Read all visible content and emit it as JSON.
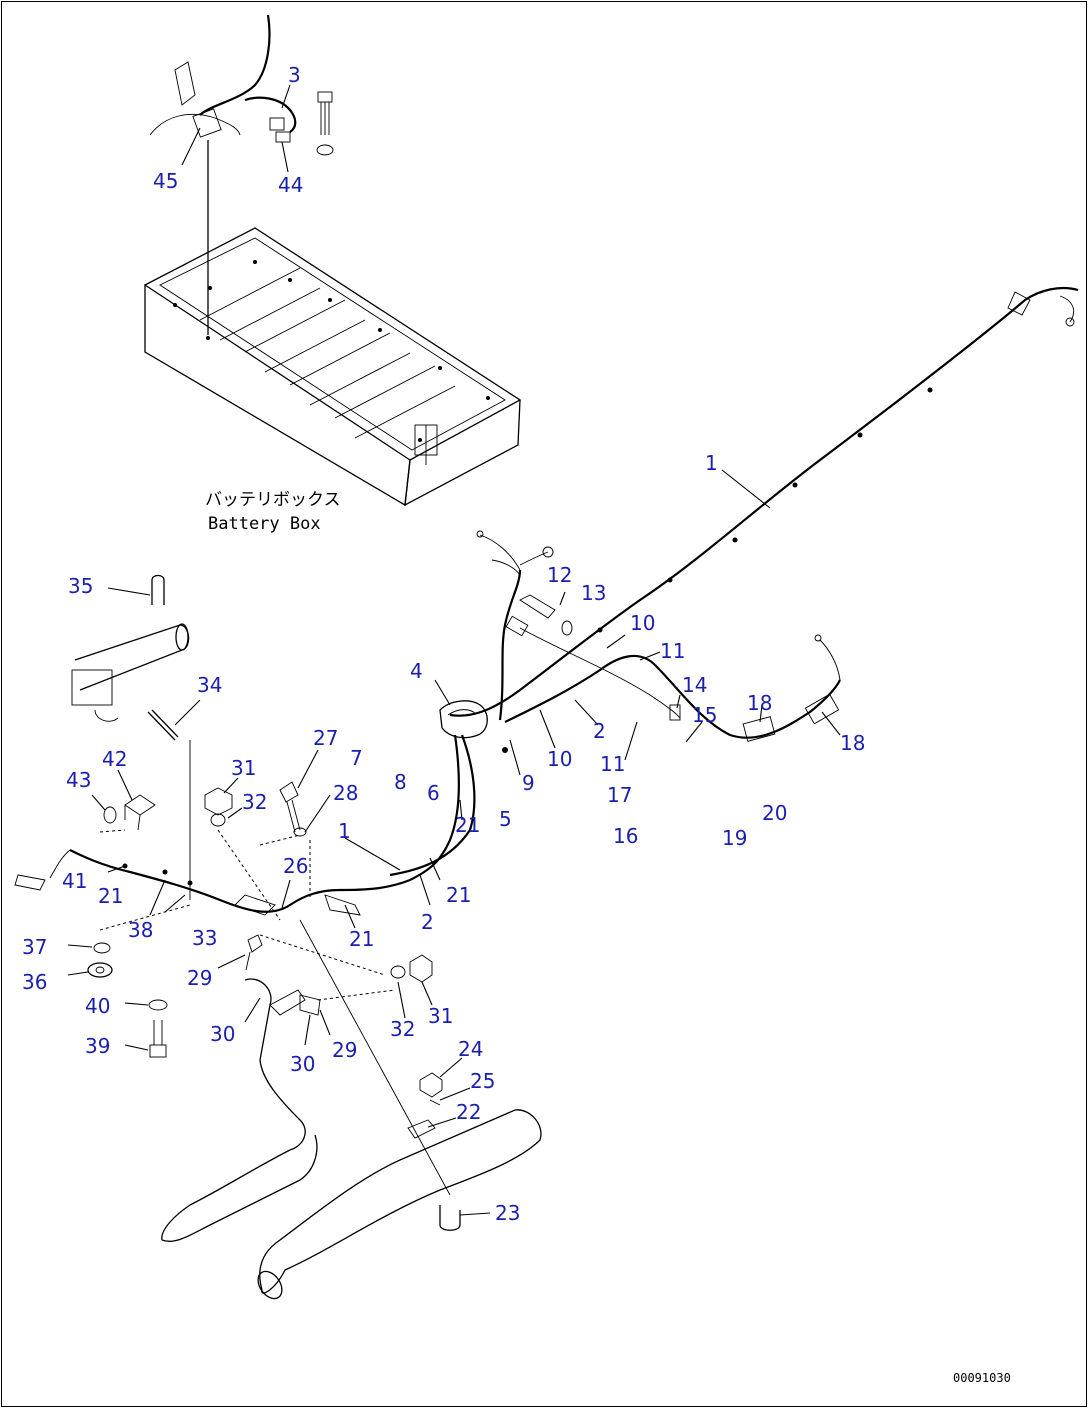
{
  "battery_box_label": {
    "japanese": "バッテリボックス",
    "english": "Battery Box"
  },
  "drawing_number": "00091030",
  "callouts": [
    {
      "id": "c3",
      "text": "3"
    },
    {
      "id": "c45",
      "text": "45"
    },
    {
      "id": "c44",
      "text": "44"
    },
    {
      "id": "c1a",
      "text": "1"
    },
    {
      "id": "c35",
      "text": "35"
    },
    {
      "id": "c12",
      "text": "12"
    },
    {
      "id": "c13",
      "text": "13"
    },
    {
      "id": "c10a",
      "text": "10"
    },
    {
      "id": "c11a",
      "text": "11"
    },
    {
      "id": "c34",
      "text": "34"
    },
    {
      "id": "c4",
      "text": "4"
    },
    {
      "id": "c14",
      "text": "14"
    },
    {
      "id": "c15",
      "text": "15"
    },
    {
      "id": "c18a",
      "text": "18"
    },
    {
      "id": "c18b",
      "text": "18"
    },
    {
      "id": "c27",
      "text": "27"
    },
    {
      "id": "c2a",
      "text": "2"
    },
    {
      "id": "c7",
      "text": "7"
    },
    {
      "id": "c42",
      "text": "42"
    },
    {
      "id": "c10b",
      "text": "10"
    },
    {
      "id": "c11b",
      "text": "11"
    },
    {
      "id": "c31a",
      "text": "31"
    },
    {
      "id": "c9",
      "text": "9"
    },
    {
      "id": "c8",
      "text": "8"
    },
    {
      "id": "c43",
      "text": "43"
    },
    {
      "id": "c32a",
      "text": "32"
    },
    {
      "id": "c28",
      "text": "28"
    },
    {
      "id": "c6",
      "text": "6"
    },
    {
      "id": "c17",
      "text": "17"
    },
    {
      "id": "c20",
      "text": "20"
    },
    {
      "id": "c1b",
      "text": "1"
    },
    {
      "id": "c21a",
      "text": "21"
    },
    {
      "id": "c5",
      "text": "5"
    },
    {
      "id": "c16",
      "text": "16"
    },
    {
      "id": "c19",
      "text": "19"
    },
    {
      "id": "c26",
      "text": "26"
    },
    {
      "id": "c41",
      "text": "41"
    },
    {
      "id": "c21b",
      "text": "21"
    },
    {
      "id": "c21c",
      "text": "21"
    },
    {
      "id": "c38",
      "text": "38"
    },
    {
      "id": "c2b",
      "text": "2"
    },
    {
      "id": "c33",
      "text": "33"
    },
    {
      "id": "c21d",
      "text": "21"
    },
    {
      "id": "c37",
      "text": "37"
    },
    {
      "id": "c29a",
      "text": "29"
    },
    {
      "id": "c36",
      "text": "36"
    },
    {
      "id": "c40",
      "text": "40"
    },
    {
      "id": "c31b",
      "text": "31"
    },
    {
      "id": "c30a",
      "text": "30"
    },
    {
      "id": "c32b",
      "text": "32"
    },
    {
      "id": "c39",
      "text": "39"
    },
    {
      "id": "c24",
      "text": "24"
    },
    {
      "id": "c30b",
      "text": "30"
    },
    {
      "id": "c29b",
      "text": "29"
    },
    {
      "id": "c25",
      "text": "25"
    },
    {
      "id": "c22",
      "text": "22"
    },
    {
      "id": "c23",
      "text": "23"
    }
  ]
}
